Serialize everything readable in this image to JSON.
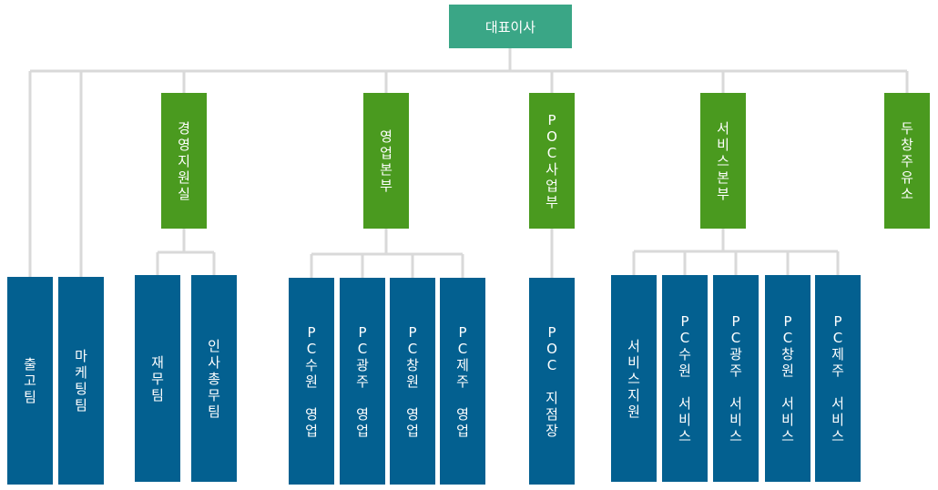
{
  "ceo": {
    "label": "대표이사"
  },
  "departments": [
    {
      "id": "mgmt",
      "label": "경영지원실"
    },
    {
      "id": "sales",
      "label": "영업본부"
    },
    {
      "id": "poc",
      "label": "POC사업부"
    },
    {
      "id": "service",
      "label": "서비스본부"
    },
    {
      "id": "refinery",
      "label": "두창주유소"
    }
  ],
  "teams": [
    {
      "id": "logistics",
      "parent": "ceo",
      "label": "출고팀"
    },
    {
      "id": "marketing",
      "parent": "ceo",
      "label": "마케팅팀"
    },
    {
      "id": "finance",
      "parent": "mgmt",
      "label": "재무팀"
    },
    {
      "id": "hr",
      "parent": "mgmt",
      "label": "인사총무팀"
    },
    {
      "id": "pc-suwon-sales",
      "parent": "sales",
      "label": "PC수원 영업"
    },
    {
      "id": "pc-gwangju-sales",
      "parent": "sales",
      "label": "PC광주 영업"
    },
    {
      "id": "pc-changwon-sales",
      "parent": "sales",
      "label": "PC창원 영업"
    },
    {
      "id": "pc-jeju-sales",
      "parent": "sales",
      "label": "PC제주 영업"
    },
    {
      "id": "poc-branch",
      "parent": "poc",
      "label": "POC 지점장"
    },
    {
      "id": "service-support",
      "parent": "service",
      "label": "서비스지원"
    },
    {
      "id": "pc-suwon-service",
      "parent": "service",
      "label": "PC수원 서비스"
    },
    {
      "id": "pc-gwangju-service",
      "parent": "service",
      "label": "PC광주 서비스"
    },
    {
      "id": "pc-changwon-service",
      "parent": "service",
      "label": "PC창원 서비스"
    },
    {
      "id": "pc-jeju-service",
      "parent": "service",
      "label": "PC제주 서비스"
    }
  ]
}
